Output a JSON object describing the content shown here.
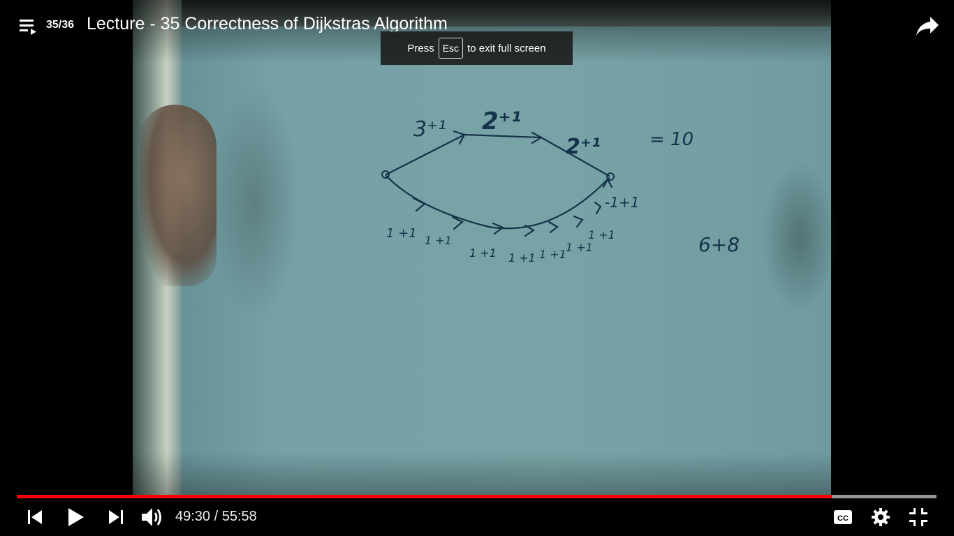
{
  "header": {
    "playlist_position": "35/36",
    "title": "Lecture - 35 Correctness of Dijkstras Algorithm"
  },
  "fullscreen_toast": {
    "prefix": "Press",
    "key": "Esc",
    "suffix": "to exit full screen"
  },
  "whiteboard": {
    "upper_edge_1": "3⁺¹",
    "upper_edge_2": "2⁺¹",
    "upper_edge_3": "2⁺¹",
    "upper_total": "= 10",
    "lower_edge_labels": [
      "1 +1",
      "1 +1",
      "1 +1",
      "1 +1",
      "1 +1",
      "1 +1",
      "1 +1"
    ],
    "last_edge": "-1+1",
    "lower_total": "6+8"
  },
  "player": {
    "current_time": "49:30",
    "separator": " / ",
    "duration": "55:58",
    "progress_fraction": 0.8857,
    "buffered_fraction": 0.9985,
    "progress_color": "#ff0000",
    "icons": [
      "playlist-icon",
      "share-icon",
      "previous-icon",
      "play-icon",
      "next-icon",
      "volume-icon",
      "captions-icon",
      "settings-icon",
      "exit-fullscreen-icon"
    ]
  }
}
